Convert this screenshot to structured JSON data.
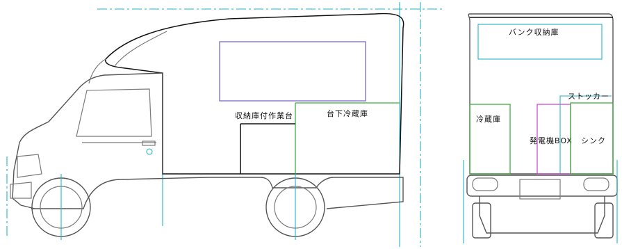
{
  "labels": {
    "storage_workbench": "収納庫付作業台",
    "under_fridge": "台下冷蔵庫",
    "bunk_storage": "バンク収納庫",
    "stocker": "ストッカー",
    "fridge": "冷蔵庫",
    "generator_box": "発電機BOX",
    "sink": "シンク"
  },
  "colors": {
    "outline": "#7a7a7a",
    "centerline": "#22b3c6",
    "bunk_storage": "#7b68c8",
    "fridge": "#3fae3f",
    "generator": "#c84fd0",
    "partition": "#111111"
  }
}
